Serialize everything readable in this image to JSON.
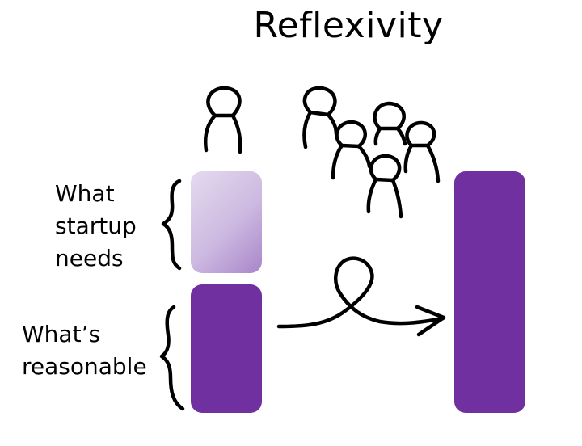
{
  "title": "Reflexivity",
  "labels": {
    "startup_needs": [
      "What",
      "startup",
      "needs"
    ],
    "reasonable": [
      "What’s",
      "reasonable"
    ]
  },
  "colors": {
    "bar": "#7030a0",
    "bar_light": "#cdb9e1",
    "ink": "#000000"
  },
  "icons": {
    "people": "person-sketch-icon",
    "loop_arrow": "loop-arrow-icon",
    "brace": "curly-brace-icon"
  }
}
